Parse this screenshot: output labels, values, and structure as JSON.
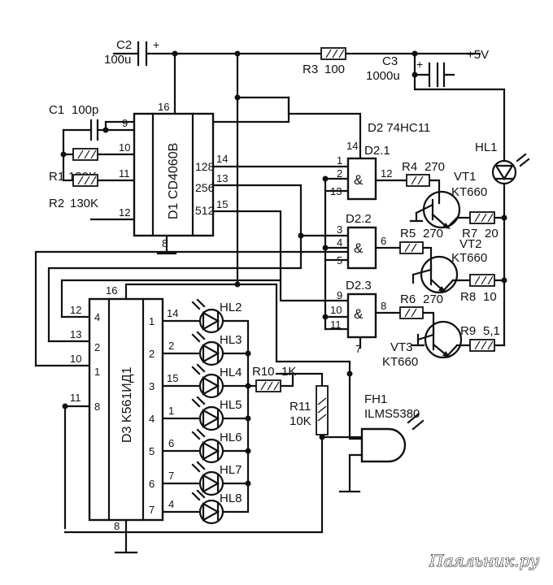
{
  "supply": "+5V",
  "capacitors": {
    "c1": {
      "name": "C1",
      "value": "100p"
    },
    "c2": {
      "name": "C2",
      "value": "100u",
      "polarity": "+"
    },
    "c3": {
      "name": "C3",
      "value": "1000u",
      "polarity": "+"
    }
  },
  "resistors": {
    "r1": {
      "name": "R1",
      "value": "130K"
    },
    "r2": {
      "name": "R2",
      "value": "130K"
    },
    "r3": {
      "name": "R3",
      "value": "100"
    },
    "r4": {
      "name": "R4",
      "value": "270"
    },
    "r5": {
      "name": "R5",
      "value": "270"
    },
    "r6": {
      "name": "R6",
      "value": "270"
    },
    "r7": {
      "name": "R7",
      "value": "20"
    },
    "r8": {
      "name": "R8",
      "value": "10"
    },
    "r9": {
      "name": "R9",
      "value": "5,1"
    },
    "r10": {
      "name": "R10",
      "value": "1K"
    },
    "r11": {
      "name": "R11",
      "value": "10K"
    }
  },
  "d1": {
    "label": "D1 CD4060B",
    "pins": {
      "p16": "16",
      "p9": "9",
      "p10": "10",
      "p11": "11",
      "p12": "12",
      "p8": "8",
      "p14": "14",
      "p13": "13",
      "p15": "15"
    },
    "outputs": {
      "o128": "128",
      "o256": "256",
      "o512": "512"
    }
  },
  "d2": {
    "label": "D2 74HC11",
    "vcc_pin": "14",
    "gnd_pin": "7",
    "and_symbol": "&",
    "gates": [
      {
        "name": "D2.1",
        "inputs": [
          "1",
          "2",
          "13"
        ],
        "output": "12"
      },
      {
        "name": "D2.2",
        "inputs": [
          "3",
          "4",
          "5"
        ],
        "output": "6"
      },
      {
        "name": "D2.3",
        "inputs": [
          "9",
          "10",
          "11"
        ],
        "output": "8"
      }
    ]
  },
  "transistors": [
    {
      "name": "VT1",
      "type": "KT660"
    },
    {
      "name": "VT2",
      "type": "KT660"
    },
    {
      "name": "VT3",
      "type": "KT660"
    }
  ],
  "hl1": "HL1",
  "d3": {
    "label": "D3 K561ИД1",
    "vcc_pin": "16",
    "gnd_pin": "8",
    "left_inner": [
      "4",
      "2",
      "1",
      "8"
    ],
    "left_outer": [
      "12",
      "13",
      "10",
      "11"
    ],
    "right_inner": [
      "1",
      "2",
      "3",
      "4",
      "5",
      "6",
      "7"
    ],
    "right_outer": [
      "14",
      "2",
      "15",
      "1",
      "6",
      "7",
      "4"
    ]
  },
  "leds": [
    "HL2",
    "HL3",
    "HL4",
    "HL5",
    "HL6",
    "HL7",
    "HL8"
  ],
  "fh1": {
    "name": "FH1",
    "type": "ILMS5380"
  },
  "watermark": "Паяльник.ру"
}
